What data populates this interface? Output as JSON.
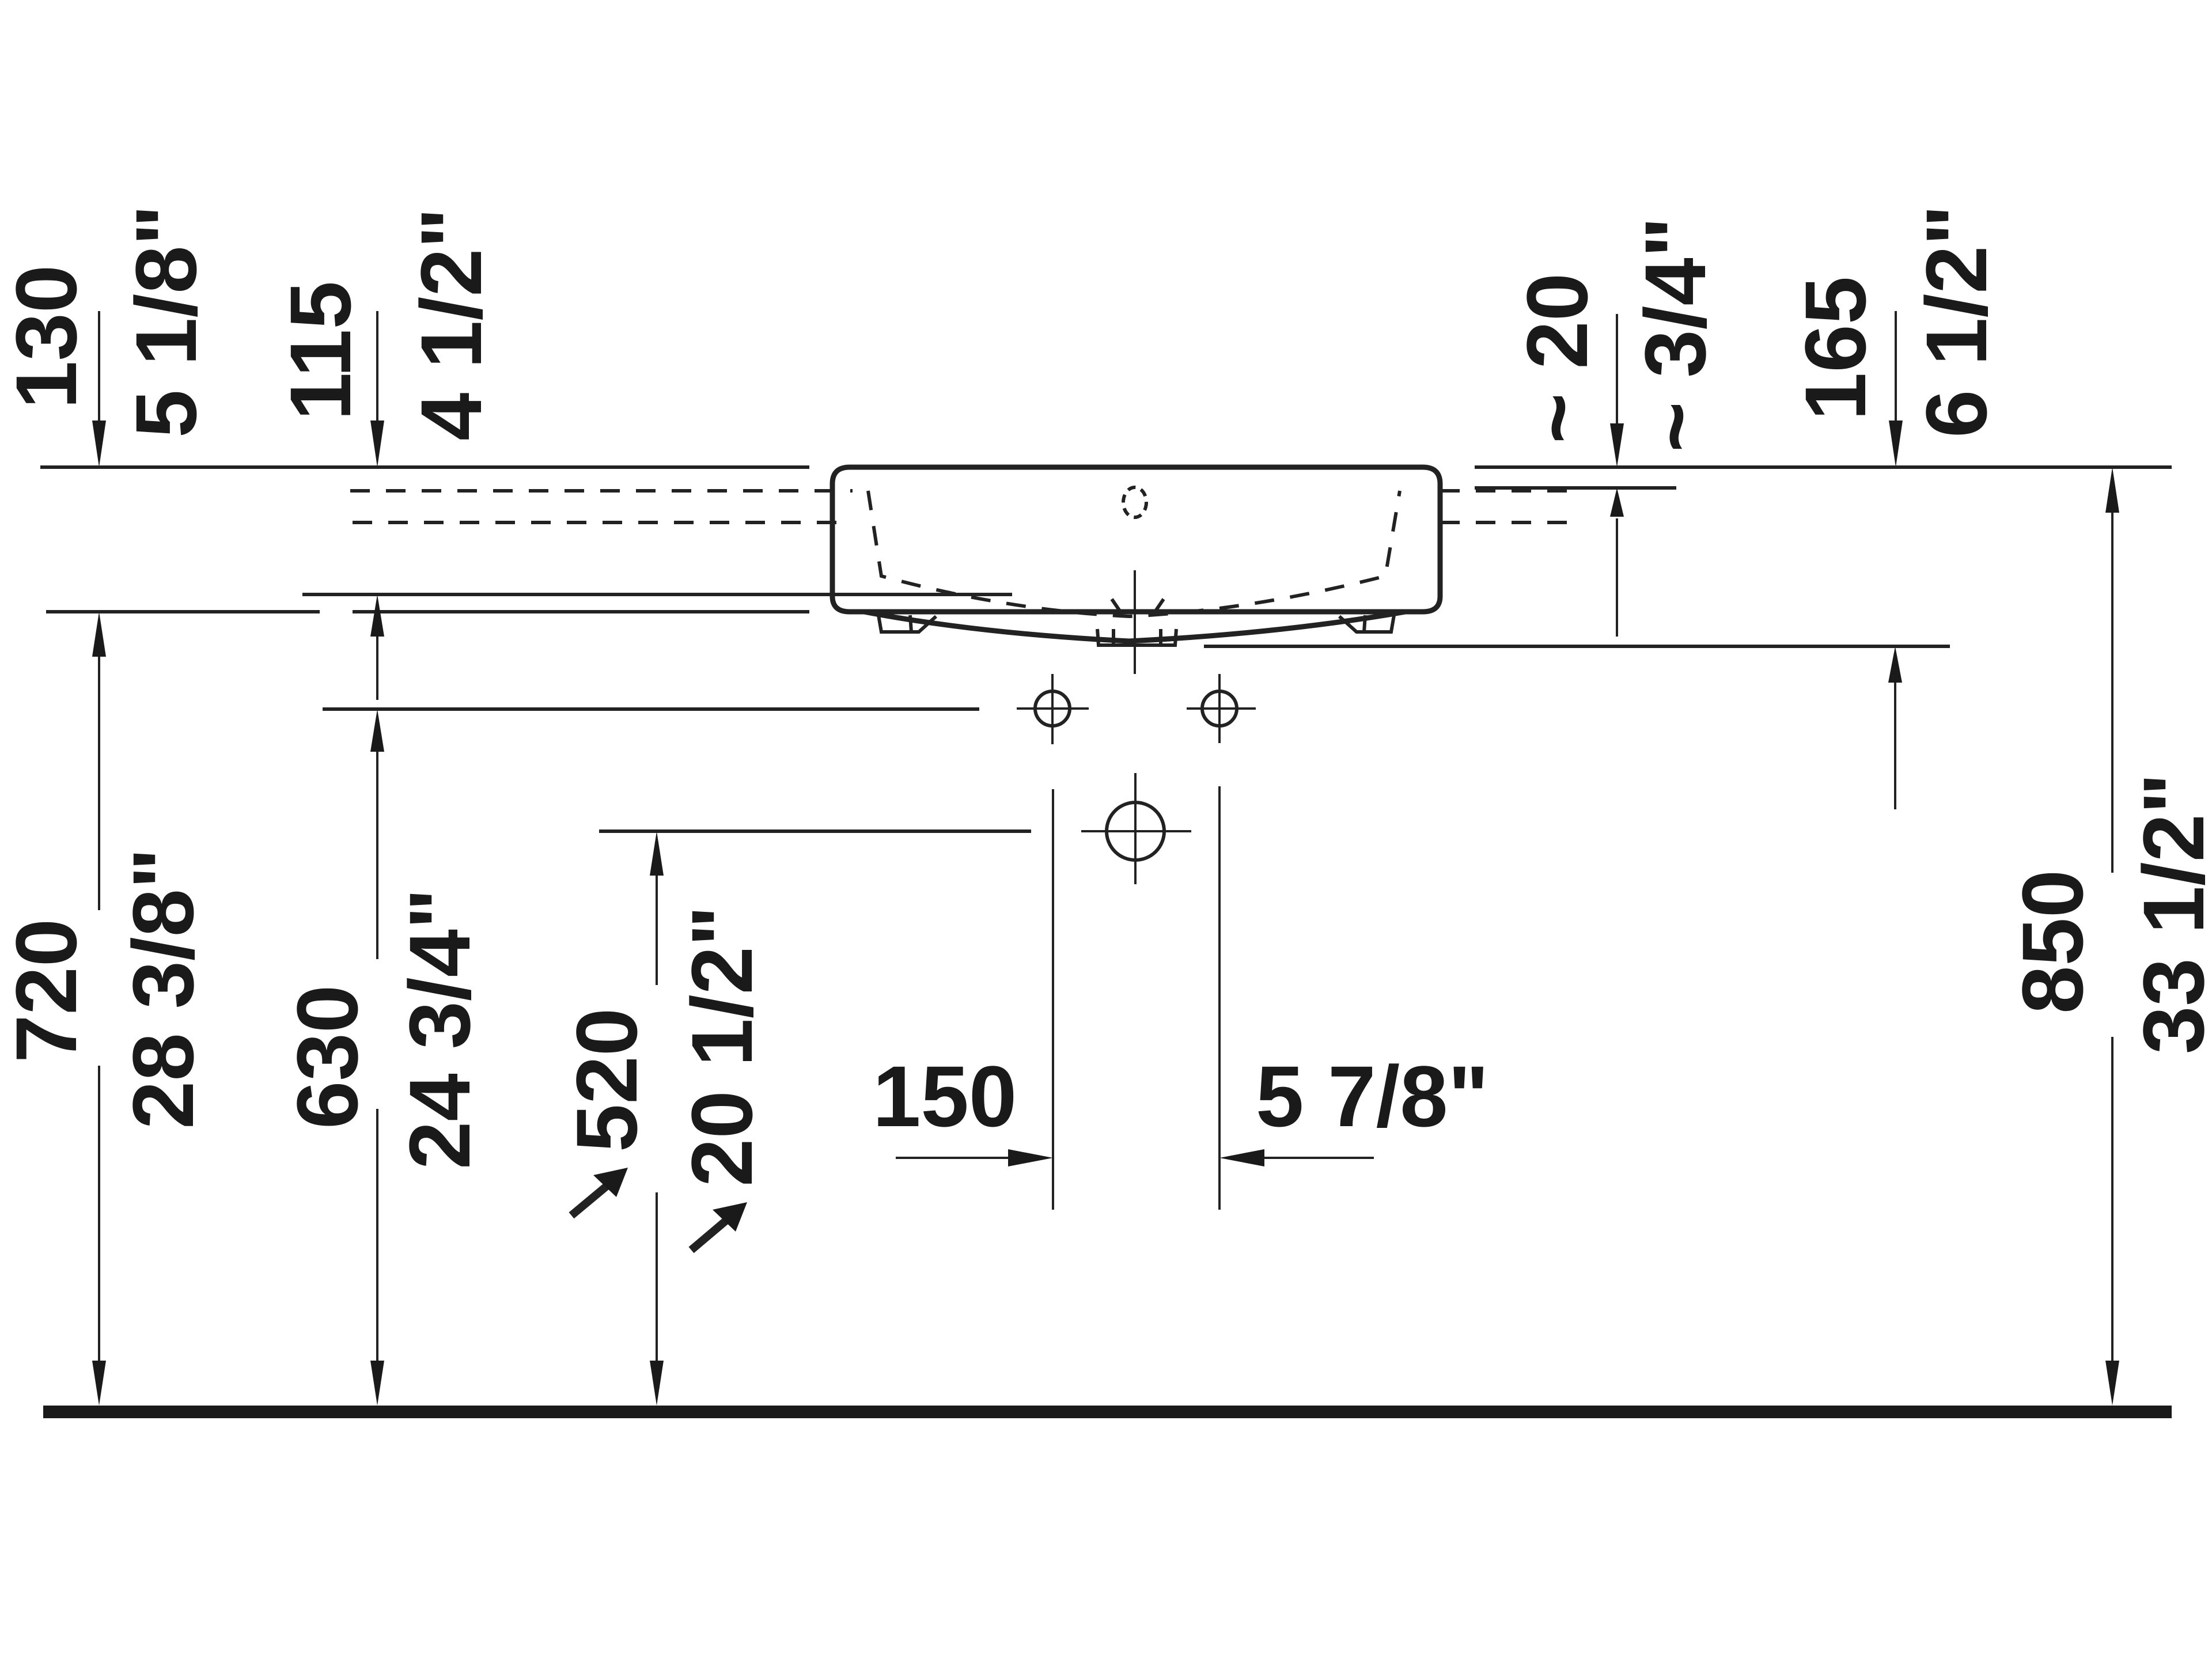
{
  "diagram": {
    "subject": "washbasin installation dimensions",
    "colors": {
      "line": "#222222",
      "text": "#1a1a1a",
      "background": "#ffffff"
    },
    "top_dimensions": [
      {
        "id": "basin-height-left",
        "mm": "130",
        "inch": "5 1/8\""
      },
      {
        "id": "inner-height-left",
        "mm": "115",
        "inch": "4 1/2\""
      },
      {
        "id": "rim-offset",
        "mm": "~ 20",
        "inch": "~ 3/4\""
      },
      {
        "id": "basin-height-right",
        "mm": "165",
        "inch": "6 1/2\""
      }
    ],
    "vertical_dimensions": [
      {
        "id": "underside-height",
        "mm": "720",
        "inch": "28 3/8\""
      },
      {
        "id": "tap-connection-height",
        "mm": "630",
        "inch": "24 3/4\""
      },
      {
        "id": "waste-height",
        "mm": "520",
        "inch": "20 1/2\"",
        "note_arrow": true
      },
      {
        "id": "rim-height",
        "mm": "850",
        "inch": "33 1/2\""
      }
    ],
    "horizontal_dimensions": [
      {
        "id": "supply-spacing",
        "mm": "150",
        "inch": "5 7/8\""
      }
    ],
    "symbols": {
      "supply_connections": 2,
      "waste_connection": 1,
      "overflow_hole": 1
    }
  }
}
